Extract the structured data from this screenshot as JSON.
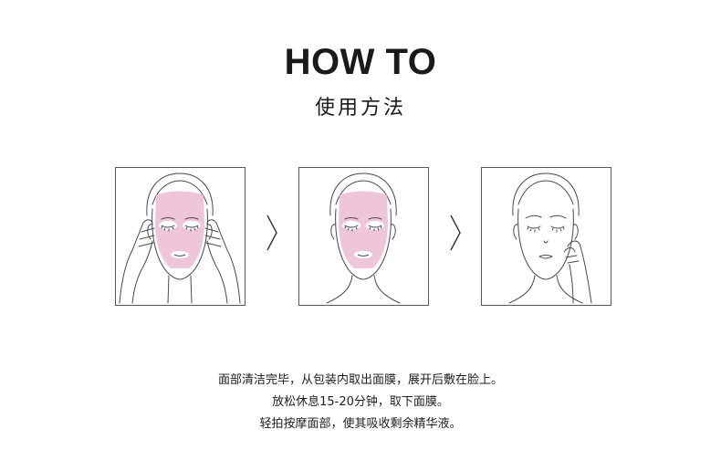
{
  "header": {
    "title": "HOW TO",
    "subtitle": "使用方法"
  },
  "steps": [
    {
      "mask": "on",
      "hands": "temples"
    },
    {
      "mask": "on",
      "hands": "none"
    },
    {
      "mask": "off",
      "hands": "cheek"
    }
  ],
  "instructions": [
    "面部清洁完毕，从包装内取出面膜，展开后敷在脸上。",
    "放松休息15-20分钟，取下面膜。",
    "轻拍按摩面部，使其吸收剩余精华液。"
  ],
  "colors": {
    "mask": "#efc6d9",
    "line": "#4a4a4a",
    "frame": "#5a5a5a"
  }
}
